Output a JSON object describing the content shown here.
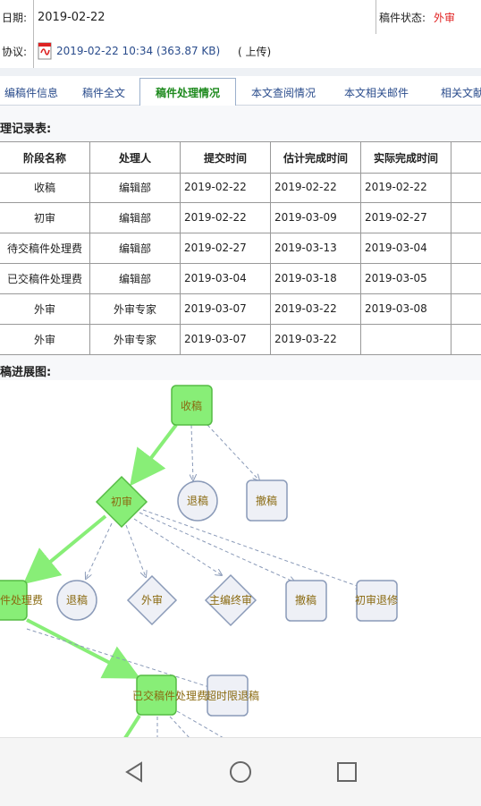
{
  "info": {
    "date_label": "日期:",
    "date_value": "2019-02-22",
    "status_label": "稿件状态:",
    "status_value": "外审",
    "agreement_label": "协议:",
    "agreement_file": "2019-02-22 10:34 (363.87 KB)",
    "upload_label": "( 上传)"
  },
  "tabs": [
    {
      "label": "编稿件信息",
      "active": false
    },
    {
      "label": "稿件全文",
      "active": false
    },
    {
      "label": "稿件处理情况",
      "active": true
    },
    {
      "label": "本文查阅情况",
      "active": false
    },
    {
      "label": "本文相关邮件",
      "active": false
    },
    {
      "label": "相关文献",
      "active": false
    }
  ],
  "records_title": "理记录表:",
  "table": {
    "headers": [
      "阶段名称",
      "处理人",
      "提交时间",
      "估计完成时间",
      "实际完成时间"
    ],
    "rows": [
      [
        "收稿",
        "编辑部",
        "2019-02-22",
        "2019-02-22",
        "2019-02-22"
      ],
      [
        "初审",
        "编辑部",
        "2019-02-22",
        "2019-03-09",
        "2019-02-27"
      ],
      [
        "待交稿件处理费",
        "编辑部",
        "2019-02-27",
        "2019-03-13",
        "2019-03-04"
      ],
      [
        "已交稿件处理费",
        "编辑部",
        "2019-03-04",
        "2019-03-18",
        "2019-03-05"
      ],
      [
        "外审",
        "外审专家",
        "2019-03-07",
        "2019-03-22",
        "2019-03-08"
      ],
      [
        "外审",
        "外审专家",
        "2019-03-07",
        "2019-03-22",
        ""
      ]
    ]
  },
  "flow_title": "稿进展图:",
  "flow": {
    "nodes": {
      "received": "收稿",
      "initial_review": "初审",
      "reject1": "退稿",
      "withdraw1": "撤稿",
      "fee_pending": "件处理费",
      "reject2": "退稿",
      "external_review": "外审",
      "chief_review": "主编终审",
      "withdraw2": "撤稿",
      "initial_return": "初审退修",
      "fee_paid": "已交稿件处理费",
      "timeout_reject": "超时限退稿"
    },
    "colors": {
      "done_fill": "#88ee77",
      "done_stroke": "#55bb44",
      "pending_fill": "#eef0f6",
      "pending_stroke": "#8a9ab8",
      "done_edge": "#88ee77",
      "pending_edge": "#8a9ab8",
      "label": "#8a6a10"
    }
  },
  "colors": {
    "status_red": "#e02020",
    "link_blue": "#2a4c8c",
    "active_tab_green": "#1e8a1e"
  },
  "navbar": {
    "back_icon": "back-triangle-icon",
    "home_icon": "home-circle-icon",
    "recents_icon": "recents-square-icon"
  }
}
